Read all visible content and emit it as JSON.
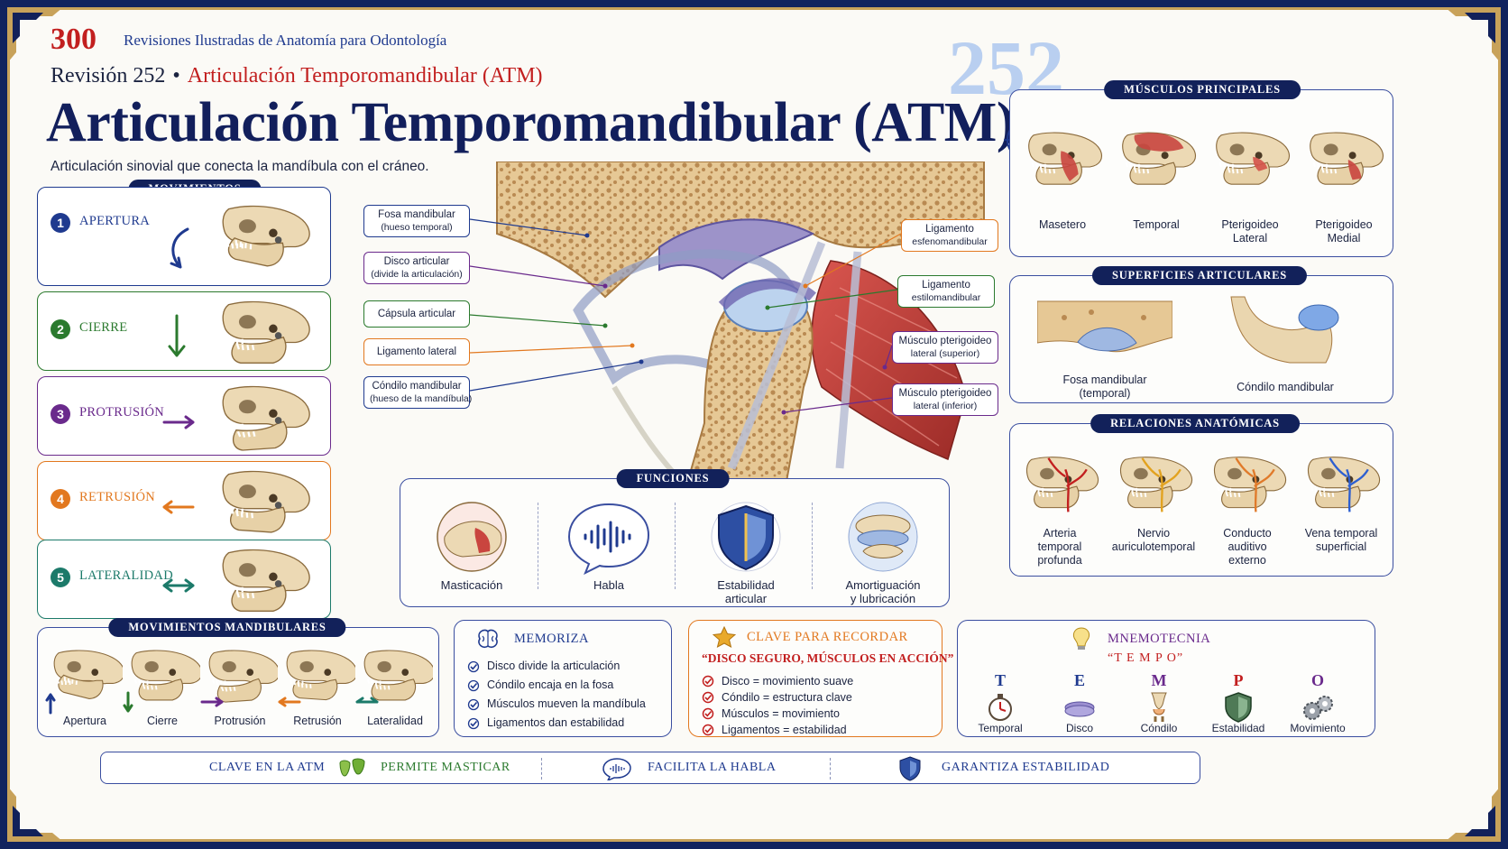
{
  "header": {
    "number": "300",
    "series": "Revisiones Ilustradas de Anatomía para Odontología",
    "revision": "Revisión 252",
    "revision_topic": "Articulación Temporomandibular (ATM)",
    "title": "Articulación Temporomandibular (ATM)",
    "subtitle": "Articulación sinovial que conecta la mandíbula con el cráneo.",
    "big_number": "252"
  },
  "colors": {
    "navy": "#12215a",
    "red": "#c21f1f",
    "blue": "#1f3a8f",
    "green": "#2b7a2e",
    "purple": "#6a2a8c",
    "orange": "#e2781f",
    "teal": "#1c7a6a",
    "bone": "#e9d2a8",
    "muscle": "#c9453f"
  },
  "movements": {
    "tag": "MOVIMIENTOS",
    "items": [
      {
        "num": "1",
        "label": "APERTURA",
        "color": "#1f3a8f"
      },
      {
        "num": "2",
        "label": "CIERRE",
        "color": "#2b7a2e"
      },
      {
        "num": "3",
        "label": "PROTRUSIÓN",
        "color": "#6a2a8c"
      },
      {
        "num": "4",
        "label": "RETRUSIÓN",
        "color": "#e2781f"
      },
      {
        "num": "5",
        "label": "LATERALIDAD",
        "color": "#1c7a6a"
      }
    ]
  },
  "diagram": {
    "left_labels": [
      {
        "title": "Fosa mandibular",
        "sub": "(hueso temporal)"
      },
      {
        "title": "Disco articular",
        "sub": "(divide la articulación)"
      },
      {
        "title": "Cápsula articular",
        "sub": ""
      },
      {
        "title": "Ligamento lateral",
        "sub": ""
      },
      {
        "title": "Cóndilo mandibular",
        "sub": "(hueso de la mandíbula)"
      }
    ],
    "right_labels": [
      {
        "title": "Ligamento",
        "sub": "esfenomandibular"
      },
      {
        "title": "Ligamento",
        "sub": "estilomandibular"
      },
      {
        "title": "Músculo pterigoideo",
        "sub": "lateral (superior)"
      },
      {
        "title": "Músculo pterigoideo",
        "sub": "lateral (inferior)"
      }
    ]
  },
  "muscles": {
    "tag": "MÚSCULOS PRINCIPALES",
    "items": [
      {
        "line1": "Masetero",
        "line2": ""
      },
      {
        "line1": "Temporal",
        "line2": ""
      },
      {
        "line1": "Pterigoideo",
        "line2": "Lateral"
      },
      {
        "line1": "Pterigoideo",
        "line2": "Medial"
      }
    ]
  },
  "surfaces": {
    "tag": "SUPERFICIES ARTICULARES",
    "items": [
      {
        "line1": "Fosa mandibular",
        "line2": "(temporal)"
      },
      {
        "line1": "Cóndilo mandibular",
        "line2": ""
      }
    ]
  },
  "relations": {
    "tag": "RELACIONES ANATÓMICAS",
    "items": [
      {
        "line1": "Arteria",
        "line2": "temporal",
        "line3": "profunda"
      },
      {
        "line1": "Nervio",
        "line2": "auriculotemporal",
        "line3": ""
      },
      {
        "line1": "Conducto",
        "line2": "auditivo",
        "line3": "externo"
      },
      {
        "line1": "Vena temporal",
        "line2": "superficial",
        "line3": ""
      }
    ]
  },
  "functions": {
    "tag": "FUNCIONES",
    "items": [
      {
        "line1": "Masticación",
        "line2": ""
      },
      {
        "line1": "Habla",
        "line2": ""
      },
      {
        "line1": "Estabilidad",
        "line2": "articular"
      },
      {
        "line1": "Amortiguación",
        "line2": "y lubricación"
      }
    ]
  },
  "mandibular": {
    "tag": "MOVIMIENTOS MANDIBULARES",
    "items": [
      "Apertura",
      "Cierre",
      "Protrusión",
      "Retrusión",
      "Lateralidad"
    ]
  },
  "memoriza": {
    "title": "MEMORIZA",
    "items": [
      "Disco divide la articulación",
      "Cóndilo encaja en la fosa",
      "Músculos mueven la mandíbula",
      "Ligamentos dan estabilidad"
    ]
  },
  "clave": {
    "title": "CLAVE PARA RECORDAR",
    "quote": "“DISCO SEGURO, MÚSCULOS EN ACCIÓN”",
    "items": [
      "Disco = movimiento suave",
      "Cóndilo = estructura clave",
      "Músculos = movimiento",
      "Ligamentos = estabilidad"
    ]
  },
  "mnemo": {
    "title": "MNEMOTECNIA",
    "word": "“T E M P O”",
    "items": [
      {
        "letter": "T",
        "label": "Temporal",
        "color": "#1f3a8f"
      },
      {
        "letter": "E",
        "label": "Disco",
        "color": "#1f3a8f"
      },
      {
        "letter": "M",
        "label": "Cóndilo",
        "color": "#6a2a8c"
      },
      {
        "letter": "P",
        "label": "Estabilidad",
        "color": "#c21f1f"
      },
      {
        "letter": "O",
        "label": "Movimiento",
        "color": "#6a2a8c"
      }
    ]
  },
  "ribbon": {
    "items": [
      "CLAVE EN LA ATM",
      "PERMITE MASTICAR",
      "FACILITA LA HABLA",
      "GARANTIZA ESTABILIDAD"
    ]
  }
}
